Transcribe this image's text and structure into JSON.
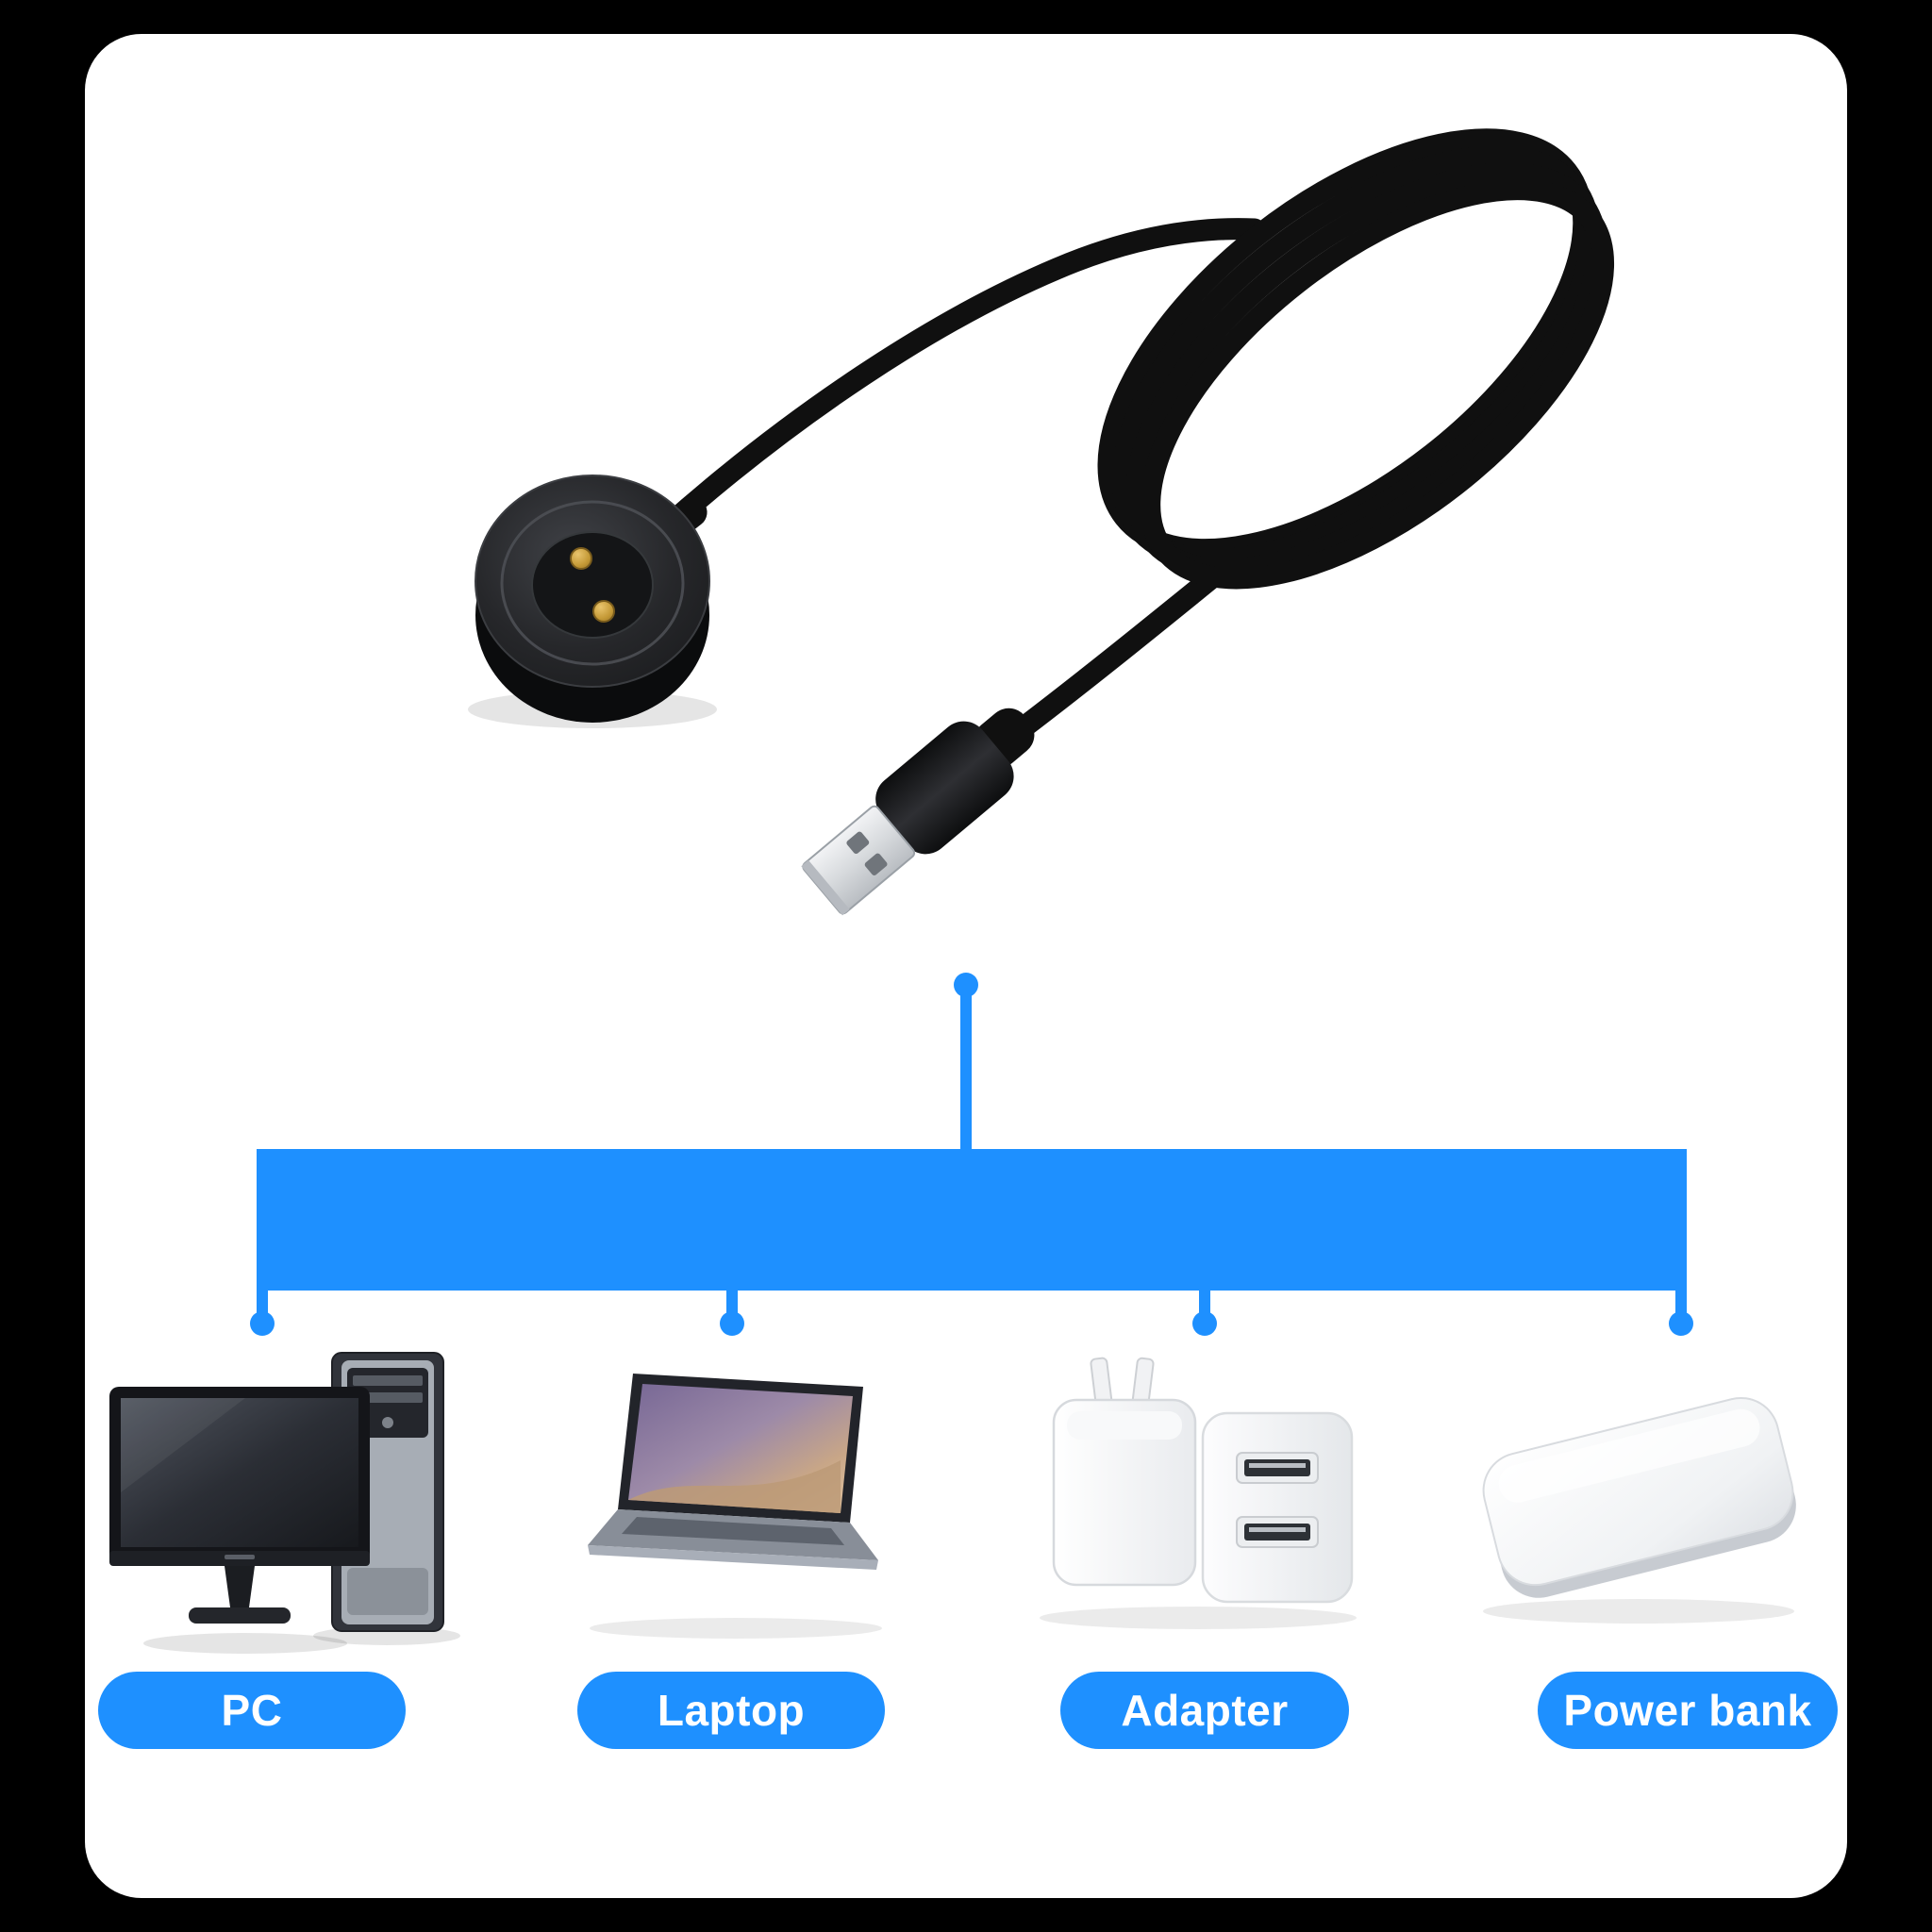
{
  "colors": {
    "background": "#000000",
    "canvas": "#ffffff",
    "accent": "#1e90ff",
    "cable_black": "#101010"
  },
  "hero": {
    "name": "smartwatch-charging-dock-with-usb-cable"
  },
  "diagram": {
    "connector": "usb-a-plug-to-power-sources",
    "devices": [
      {
        "label": "PC",
        "image": "desktop-computer"
      },
      {
        "label": "Laptop",
        "image": "laptop"
      },
      {
        "label": "Adapter",
        "image": "usb-wall-adapter"
      },
      {
        "label": "Power bank",
        "image": "power-bank"
      }
    ]
  }
}
